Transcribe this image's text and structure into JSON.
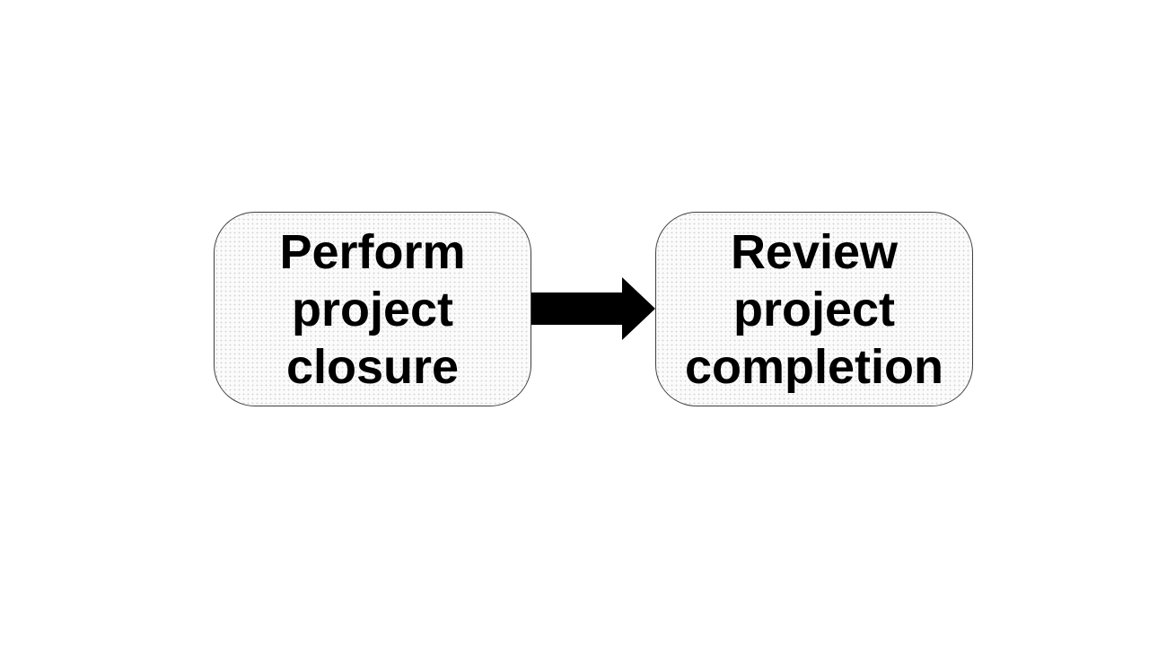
{
  "diagram": {
    "colors": {
      "background": "#ffffff",
      "node_fill": "#f1f1f1",
      "node_border": "#3f3f3f",
      "arrow": "#000000",
      "text": "#000000"
    },
    "nodes": [
      {
        "id": "perform-project-closure",
        "lines": [
          "Perform",
          "project",
          "closure"
        ]
      },
      {
        "id": "review-project-completion",
        "lines": [
          "Review",
          "project",
          "completion"
        ]
      }
    ],
    "connector": {
      "type": "block-arrow",
      "direction": "right",
      "from": "perform-project-closure",
      "to": "review-project-completion"
    }
  }
}
